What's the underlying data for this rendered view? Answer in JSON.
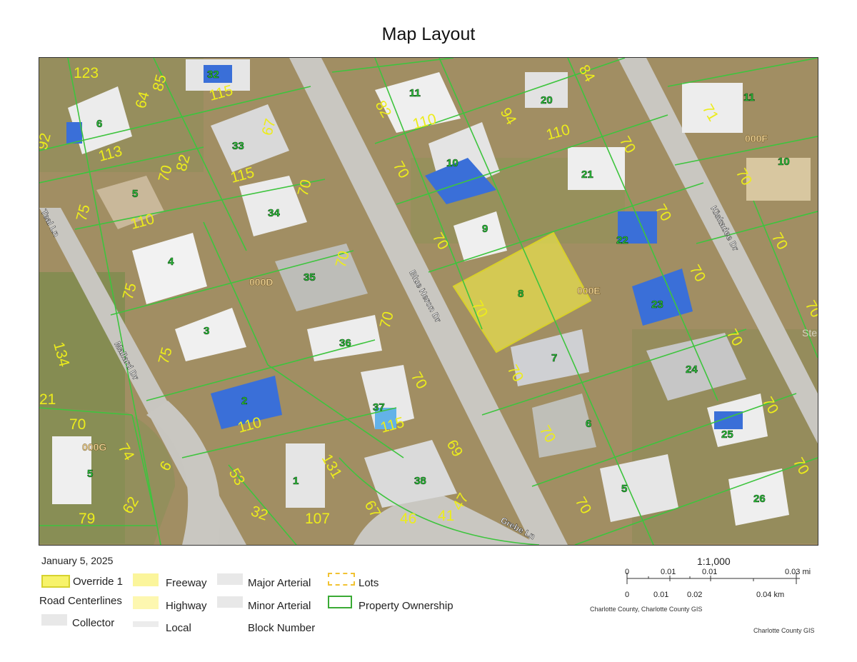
{
  "title": "Map Layout",
  "date": "January 5, 2025",
  "map": {
    "watermark": "Stellar MLS",
    "street_labels": [
      "Teal Ln",
      "Mallard Dr",
      "Blue Heron Dr",
      "Kiskadee Dr",
      "Grebe Ln"
    ],
    "block_labels": [
      "000D",
      "000E",
      "000F",
      "000G"
    ],
    "parcel_labels": [
      "32",
      "11",
      "20",
      "6",
      "33",
      "10",
      "21",
      "5",
      "34",
      "9",
      "22",
      "4",
      "35",
      "8",
      "23",
      "3",
      "36",
      "7",
      "24",
      "2",
      "37",
      "6",
      "25",
      "5",
      "1",
      "38",
      "5",
      "26",
      "11",
      "10"
    ],
    "dimension_labels": [
      "123",
      "85",
      "64",
      "115",
      "92",
      "113",
      "67",
      "82",
      "70",
      "115",
      "70",
      "110",
      "75",
      "70",
      "75",
      "70",
      "75",
      "110",
      "131",
      "53",
      "32",
      "107",
      "67",
      "46",
      "41",
      "47",
      "69",
      "115",
      "70",
      "70",
      "70",
      "70",
      "70",
      "82",
      "110",
      "94",
      "110",
      "84",
      "70",
      "70",
      "70",
      "70",
      "71",
      "70",
      "70",
      "70",
      "70",
      "70",
      "70",
      "70",
      "134",
      "21",
      "70",
      "74",
      "79",
      "62",
      "6"
    ],
    "highlight": {
      "parcel": "8",
      "color": "#f6f04a"
    }
  },
  "legend": {
    "override": "Override 1",
    "road_centerlines": "Road Centerlines",
    "freeway": "Freeway",
    "highway": "Highway",
    "collector": "Collector",
    "local": "Local",
    "major_arterial": "Major Arterial",
    "minor_arterial": "Minor Arterial",
    "block_number": "Block Number",
    "lots": "Lots",
    "property_ownership": "Property Ownership"
  },
  "scale": {
    "ratio": "1:1,000",
    "mi_ticks": [
      "0",
      "0.01",
      "0.01",
      "0.03 mi"
    ],
    "km_ticks": [
      "0",
      "0.01",
      "0.02",
      "0.04 km"
    ]
  },
  "credits": {
    "line1": "Charlotte County, Charlotte County GIS",
    "line2": "Charlotte County GIS"
  },
  "colors": {
    "parcel_line": "#3ec43e",
    "dimension_text": "#ecec1c",
    "highlight_fill": "#f6f04a"
  }
}
